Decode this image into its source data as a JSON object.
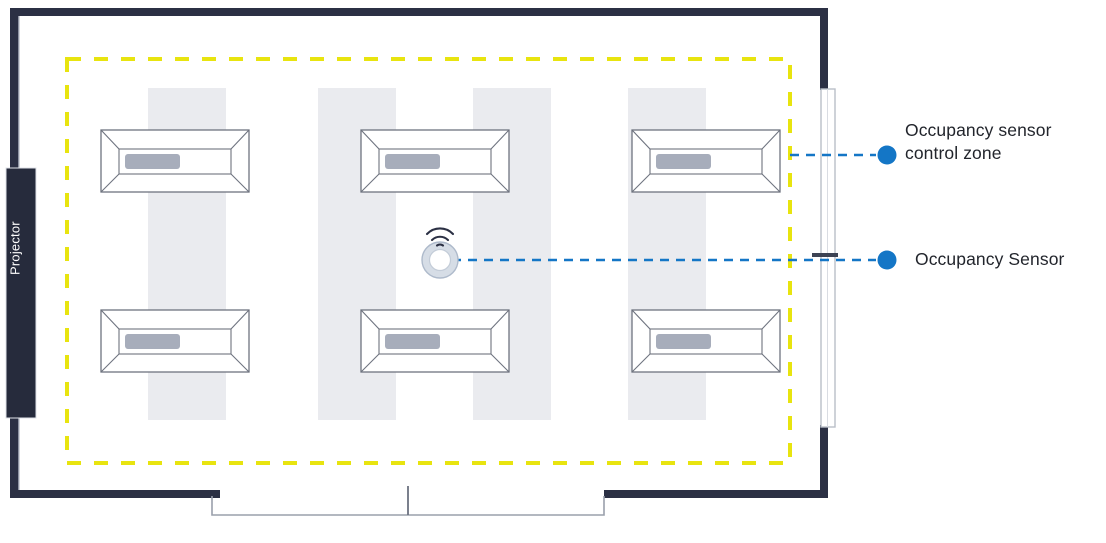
{
  "diagram": {
    "title": "Occupancy sensor control zone floor plan",
    "colors": {
      "wall": "#2b3044",
      "zone_dashed": "#e8e40f",
      "legend_accent": "#1476c6",
      "desk_outline": "#6e737f",
      "monitor_fill": "#a7adbb",
      "floor_band": "#eaebef",
      "projector_bar": "#262b3c",
      "sensor_body": "#d6dde6"
    }
  },
  "room": {
    "projector": {
      "label": "Projector"
    },
    "control_zone": {
      "name": "occupancy-sensor-control-zone"
    },
    "sensor": {
      "name": "occupancy-sensor",
      "icon": "wifi-signal-icon"
    },
    "door": {
      "name": "double-door-opening"
    },
    "window": {
      "name": "window"
    },
    "desks": [
      {
        "id": "desk-1",
        "row": "top",
        "col": 1
      },
      {
        "id": "desk-2",
        "row": "top",
        "col": 2
      },
      {
        "id": "desk-3",
        "row": "top",
        "col": 3
      },
      {
        "id": "desk-4",
        "row": "bottom",
        "col": 1
      },
      {
        "id": "desk-5",
        "row": "bottom",
        "col": 2
      },
      {
        "id": "desk-6",
        "row": "bottom",
        "col": 3
      }
    ]
  },
  "legend": {
    "items": [
      {
        "key": "control-zone",
        "label": "Occupancy sensor\ncontrol zone",
        "marker": "blue-dot",
        "connector": "blue-dashed-line"
      },
      {
        "key": "sensor",
        "label": "Occupancy Sensor",
        "marker": "blue-dot",
        "connector": "blue-dashed-line"
      }
    ]
  }
}
